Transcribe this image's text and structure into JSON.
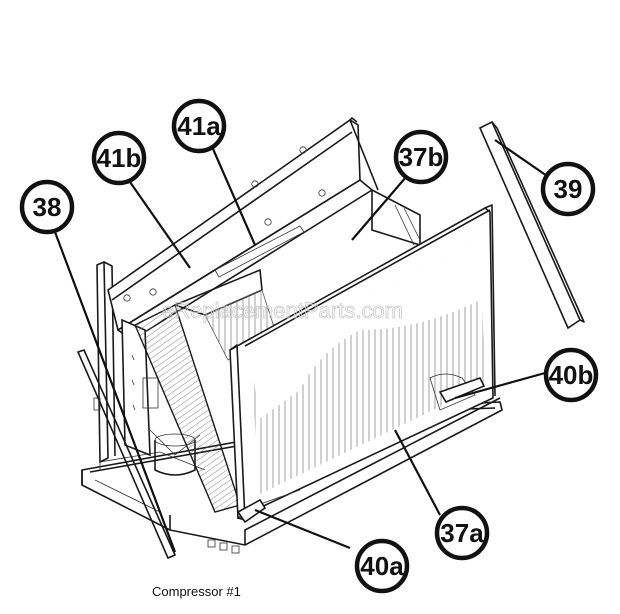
{
  "watermark": "eReplacementParts.com",
  "callouts": [
    {
      "id": "38",
      "label": "38"
    },
    {
      "id": "41b",
      "label": "41b"
    },
    {
      "id": "41a",
      "label": "41a"
    },
    {
      "id": "37b",
      "label": "37b"
    },
    {
      "id": "39",
      "label": "39"
    },
    {
      "id": "40b",
      "label": "40b"
    },
    {
      "id": "37a",
      "label": "37a"
    },
    {
      "id": "40a",
      "label": "40a"
    }
  ],
  "caption": "Compressor #1"
}
